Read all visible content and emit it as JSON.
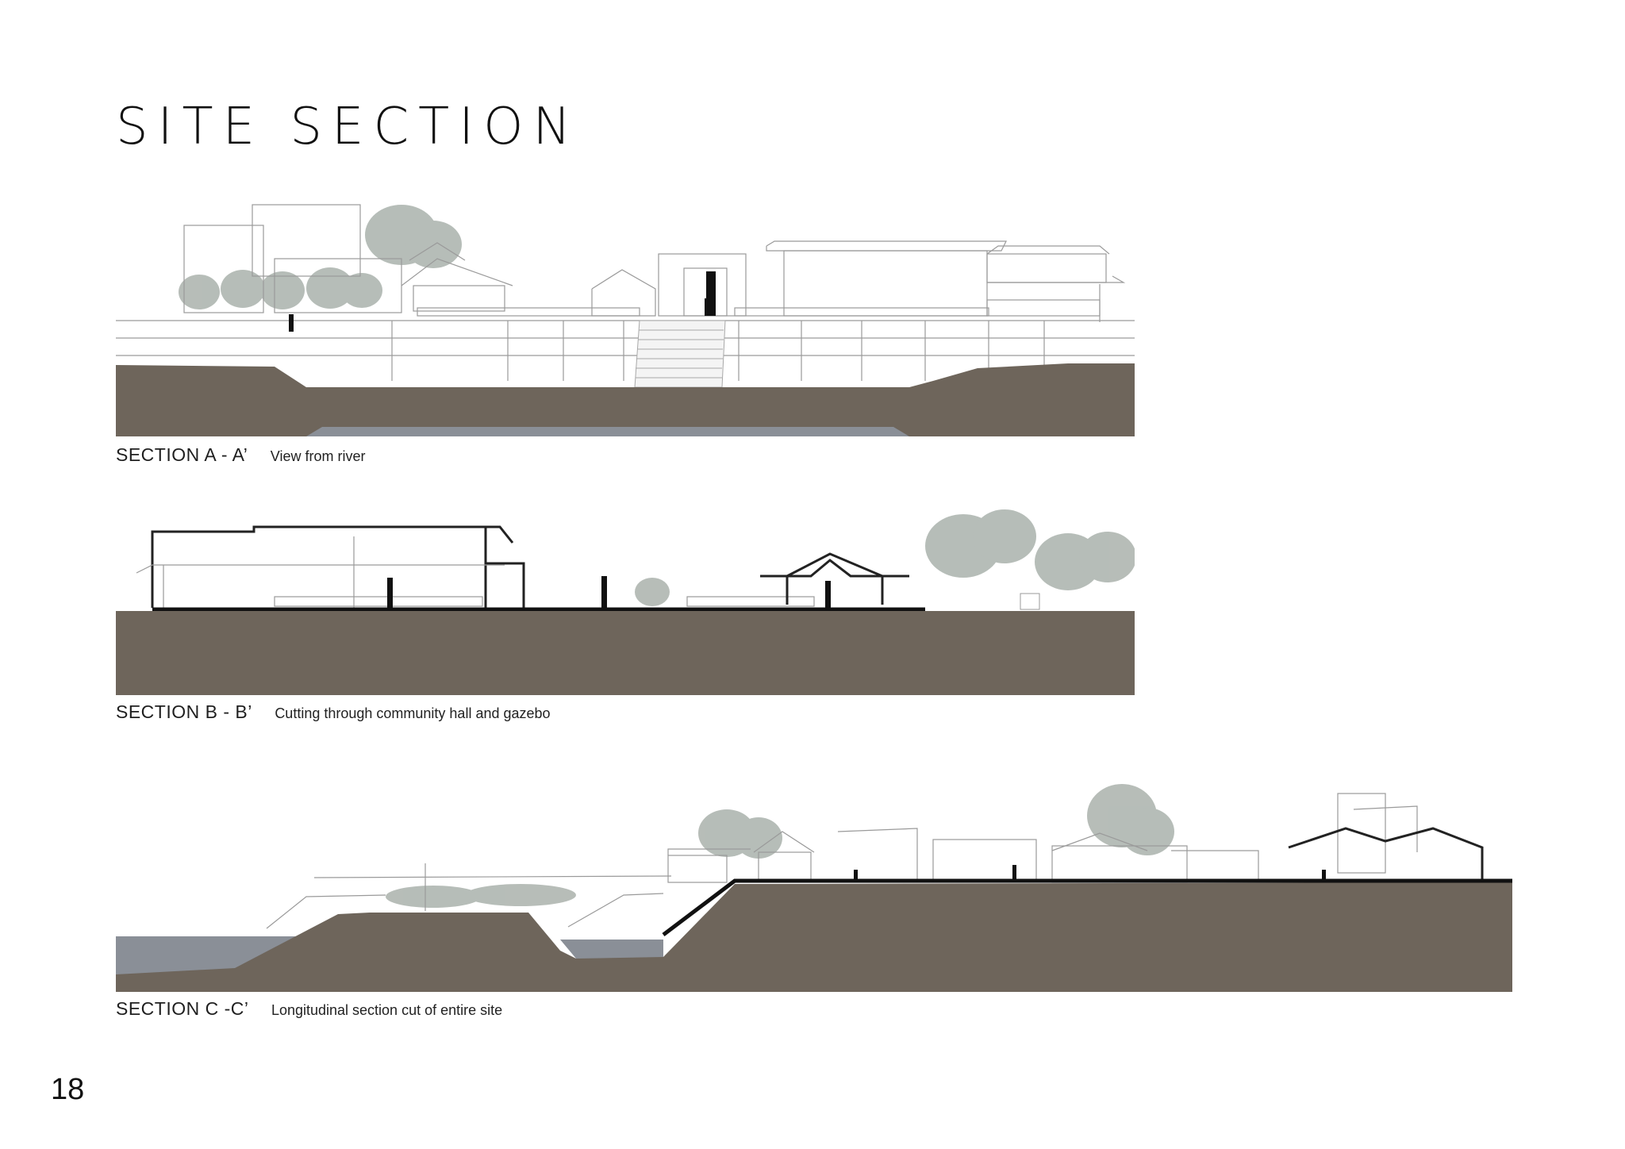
{
  "page": {
    "title": "SITE SECTION",
    "page_number": "18"
  },
  "sections": [
    {
      "code": "SECTION A - A’",
      "description": "View from river"
    },
    {
      "code": "SECTION B - B’",
      "description": "Cutting through community hall and gazebo"
    },
    {
      "code": "SECTION C -C’",
      "description": "Longitudinal section cut of entire site"
    }
  ],
  "colors": {
    "ground": "#6e655b",
    "water": "#8a8f97",
    "line": "#8c8c8c",
    "tree": "#a9b1ab"
  }
}
